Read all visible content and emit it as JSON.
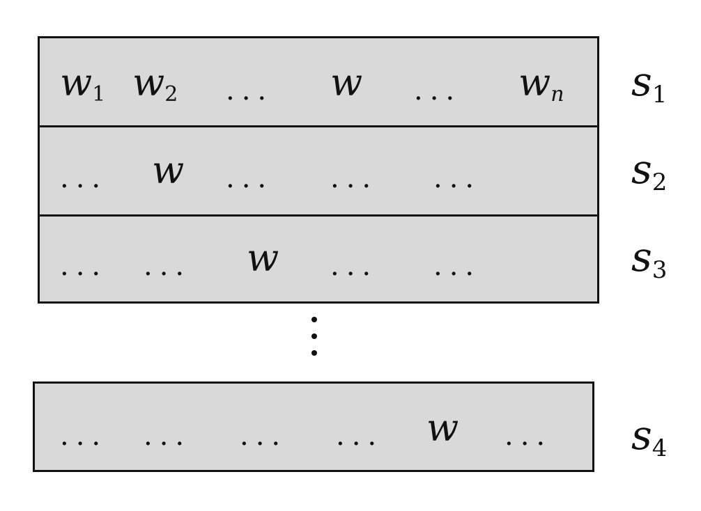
{
  "diagram": {
    "rows": [
      {
        "label": {
          "base": "s",
          "sub": "1"
        },
        "tokens": [
          {
            "kind": "word",
            "base": "w",
            "sub": "1"
          },
          {
            "kind": "word",
            "base": "w",
            "sub": "2"
          },
          {
            "kind": "dots",
            "text": "..."
          },
          {
            "kind": "word",
            "base": "w",
            "sub": ""
          },
          {
            "kind": "dots",
            "text": "..."
          },
          {
            "kind": "word",
            "base": "w",
            "sub": "n"
          }
        ]
      },
      {
        "label": {
          "base": "s",
          "sub": "2"
        },
        "tokens": [
          {
            "kind": "dots",
            "text": "..."
          },
          {
            "kind": "word",
            "base": "w",
            "sub": ""
          },
          {
            "kind": "dots",
            "text": "..."
          },
          {
            "kind": "dots",
            "text": "..."
          },
          {
            "kind": "dots",
            "text": "..."
          }
        ]
      },
      {
        "label": {
          "base": "s",
          "sub": "3"
        },
        "tokens": [
          {
            "kind": "dots",
            "text": "..."
          },
          {
            "kind": "dots",
            "text": "..."
          },
          {
            "kind": "word",
            "base": "w",
            "sub": ""
          },
          {
            "kind": "dots",
            "text": "..."
          },
          {
            "kind": "dots",
            "text": "..."
          }
        ]
      },
      {
        "label": {
          "base": "s",
          "sub": "4"
        },
        "tokens": [
          {
            "kind": "dots",
            "text": "..."
          },
          {
            "kind": "dots",
            "text": "..."
          },
          {
            "kind": "dots",
            "text": "..."
          },
          {
            "kind": "dots",
            "text": "..."
          },
          {
            "kind": "word",
            "base": "w",
            "sub": ""
          },
          {
            "kind": "dots",
            "text": "..."
          }
        ]
      }
    ],
    "colors": {
      "box_fill": "#d9d9d9",
      "border": "#111111",
      "background": "#ffffff"
    }
  }
}
